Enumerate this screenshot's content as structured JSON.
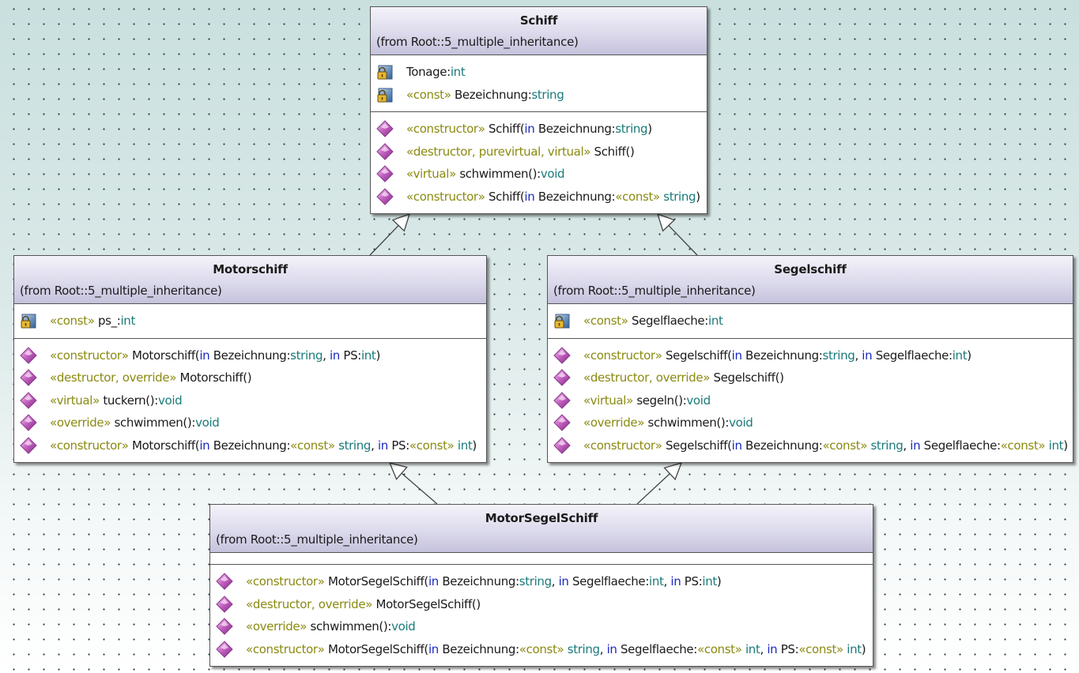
{
  "classes": [
    {
      "id": "schiff",
      "name": "Schiff",
      "from": "(from Root::5_multiple_inheritance)",
      "attributes": [
        [
          {
            "c": "n",
            "x": "Tonage:"
          },
          {
            "c": "t",
            "x": "int"
          }
        ],
        [
          {
            "c": "k",
            "x": "«const»"
          },
          {
            "c": "n",
            "x": " Bezeichnung:"
          },
          {
            "c": "t",
            "x": "string"
          }
        ]
      ],
      "operations": [
        [
          {
            "c": "k",
            "x": "«constructor»"
          },
          {
            "c": "n",
            "x": " Schiff("
          },
          {
            "c": "p",
            "x": "in"
          },
          {
            "c": "n",
            "x": " Bezeichnung:"
          },
          {
            "c": "t",
            "x": "string"
          },
          {
            "c": "n",
            "x": ")"
          }
        ],
        [
          {
            "c": "k",
            "x": "«destructor, purevirtual, virtual»"
          },
          {
            "c": "n",
            "x": " Schiff()"
          }
        ],
        [
          {
            "c": "k",
            "x": "«virtual»"
          },
          {
            "c": "n",
            "x": " schwimmen():"
          },
          {
            "c": "t",
            "x": "void"
          }
        ],
        [
          {
            "c": "k",
            "x": "«constructor»"
          },
          {
            "c": "n",
            "x": " Schiff("
          },
          {
            "c": "p",
            "x": "in"
          },
          {
            "c": "n",
            "x": " Bezeichnung:"
          },
          {
            "c": "k",
            "x": "«const»"
          },
          {
            "c": "t",
            "x": " string"
          },
          {
            "c": "n",
            "x": ")"
          }
        ]
      ]
    },
    {
      "id": "motorschiff",
      "name": "Motorschiff",
      "from": "(from Root::5_multiple_inheritance)",
      "attributes": [
        [
          {
            "c": "k",
            "x": "«const»"
          },
          {
            "c": "n",
            "x": " ps_:"
          },
          {
            "c": "t",
            "x": "int"
          }
        ]
      ],
      "operations": [
        [
          {
            "c": "k",
            "x": "«constructor»"
          },
          {
            "c": "n",
            "x": " Motorschiff("
          },
          {
            "c": "p",
            "x": "in"
          },
          {
            "c": "n",
            "x": " Bezeichnung:"
          },
          {
            "c": "t",
            "x": "string"
          },
          {
            "c": "n",
            "x": ", "
          },
          {
            "c": "p",
            "x": "in"
          },
          {
            "c": "n",
            "x": " PS:"
          },
          {
            "c": "t",
            "x": "int"
          },
          {
            "c": "n",
            "x": ")"
          }
        ],
        [
          {
            "c": "k",
            "x": "«destructor, override»"
          },
          {
            "c": "n",
            "x": " Motorschiff()"
          }
        ],
        [
          {
            "c": "k",
            "x": "«virtual»"
          },
          {
            "c": "n",
            "x": " tuckern():"
          },
          {
            "c": "t",
            "x": "void"
          }
        ],
        [
          {
            "c": "k",
            "x": "«override»"
          },
          {
            "c": "n",
            "x": " schwimmen():"
          },
          {
            "c": "t",
            "x": "void"
          }
        ],
        [
          {
            "c": "k",
            "x": "«constructor»"
          },
          {
            "c": "n",
            "x": " Motorschiff("
          },
          {
            "c": "p",
            "x": "in"
          },
          {
            "c": "n",
            "x": " Bezeichnung:"
          },
          {
            "c": "k",
            "x": "«const»"
          },
          {
            "c": "t",
            "x": " string"
          },
          {
            "c": "n",
            "x": ", "
          },
          {
            "c": "p",
            "x": "in"
          },
          {
            "c": "n",
            "x": " PS:"
          },
          {
            "c": "k",
            "x": "«const»"
          },
          {
            "c": "t",
            "x": " int"
          },
          {
            "c": "n",
            "x": ")"
          }
        ]
      ]
    },
    {
      "id": "segelschiff",
      "name": "Segelschiff",
      "from": "(from Root::5_multiple_inheritance)",
      "attributes": [
        [
          {
            "c": "k",
            "x": "«const»"
          },
          {
            "c": "n",
            "x": " Segelflaeche:"
          },
          {
            "c": "t",
            "x": "int"
          }
        ]
      ],
      "operations": [
        [
          {
            "c": "k",
            "x": "«constructor»"
          },
          {
            "c": "n",
            "x": " Segelschiff("
          },
          {
            "c": "p",
            "x": "in"
          },
          {
            "c": "n",
            "x": " Bezeichnung:"
          },
          {
            "c": "t",
            "x": "string"
          },
          {
            "c": "n",
            "x": ", "
          },
          {
            "c": "p",
            "x": "in"
          },
          {
            "c": "n",
            "x": " Segelflaeche:"
          },
          {
            "c": "t",
            "x": "int"
          },
          {
            "c": "n",
            "x": ")"
          }
        ],
        [
          {
            "c": "k",
            "x": "«destructor, override»"
          },
          {
            "c": "n",
            "x": " Segelschiff()"
          }
        ],
        [
          {
            "c": "k",
            "x": "«virtual»"
          },
          {
            "c": "n",
            "x": " segeln():"
          },
          {
            "c": "t",
            "x": "void"
          }
        ],
        [
          {
            "c": "k",
            "x": "«override»"
          },
          {
            "c": "n",
            "x": " schwimmen():"
          },
          {
            "c": "t",
            "x": "void"
          }
        ],
        [
          {
            "c": "k",
            "x": "«constructor»"
          },
          {
            "c": "n",
            "x": " Segelschiff("
          },
          {
            "c": "p",
            "x": "in"
          },
          {
            "c": "n",
            "x": " Bezeichnung:"
          },
          {
            "c": "k",
            "x": "«const»"
          },
          {
            "c": "t",
            "x": " string"
          },
          {
            "c": "n",
            "x": ", "
          },
          {
            "c": "p",
            "x": "in"
          },
          {
            "c": "n",
            "x": " Segelflaeche:"
          },
          {
            "c": "k",
            "x": "«const»"
          },
          {
            "c": "t",
            "x": " int"
          },
          {
            "c": "n",
            "x": ")"
          }
        ]
      ]
    },
    {
      "id": "motorsegelschiff",
      "name": "MotorSegelSchiff",
      "from": "(from Root::5_multiple_inheritance)",
      "attributes": [],
      "operations": [
        [
          {
            "c": "k",
            "x": "«constructor»"
          },
          {
            "c": "n",
            "x": " MotorSegelSchiff("
          },
          {
            "c": "p",
            "x": "in"
          },
          {
            "c": "n",
            "x": " Bezeichnung:"
          },
          {
            "c": "t",
            "x": "string"
          },
          {
            "c": "n",
            "x": ", "
          },
          {
            "c": "p",
            "x": "in"
          },
          {
            "c": "n",
            "x": " Segelflaeche:"
          },
          {
            "c": "t",
            "x": "int"
          },
          {
            "c": "n",
            "x": ", "
          },
          {
            "c": "p",
            "x": "in"
          },
          {
            "c": "n",
            "x": " PS:"
          },
          {
            "c": "t",
            "x": "int"
          },
          {
            "c": "n",
            "x": ")"
          }
        ],
        [
          {
            "c": "k",
            "x": "«destructor, override»"
          },
          {
            "c": "n",
            "x": " MotorSegelSchiff()"
          }
        ],
        [
          {
            "c": "k",
            "x": "«override»"
          },
          {
            "c": "n",
            "x": " schwimmen():"
          },
          {
            "c": "t",
            "x": "void"
          }
        ],
        [
          {
            "c": "k",
            "x": "«constructor»"
          },
          {
            "c": "n",
            "x": " MotorSegelSchiff("
          },
          {
            "c": "p",
            "x": "in"
          },
          {
            "c": "n",
            "x": " Bezeichnung:"
          },
          {
            "c": "k",
            "x": "«const»"
          },
          {
            "c": "t",
            "x": " string"
          },
          {
            "c": "n",
            "x": ", "
          },
          {
            "c": "p",
            "x": "in"
          },
          {
            "c": "n",
            "x": " Segelflaeche:"
          },
          {
            "c": "k",
            "x": "«const»"
          },
          {
            "c": "t",
            "x": " int"
          },
          {
            "c": "n",
            "x": ", "
          },
          {
            "c": "p",
            "x": "in"
          },
          {
            "c": "n",
            "x": " PS:"
          },
          {
            "c": "k",
            "x": "«const»"
          },
          {
            "c": "t",
            "x": " int"
          },
          {
            "c": "n",
            "x": ")"
          }
        ]
      ]
    }
  ],
  "generalizations": [
    {
      "child": "Motorschiff",
      "parent": "Schiff"
    },
    {
      "child": "Segelschiff",
      "parent": "Schiff"
    },
    {
      "child": "MotorSegelSchiff",
      "parent": "Motorschiff"
    },
    {
      "child": "MotorSegelSchiff",
      "parent": "Segelschiff"
    }
  ],
  "icons": {
    "attribute": "private-attribute-lock-icon",
    "operation": "public-operation-diamond-icon"
  },
  "colors": {
    "stereotype": "#8a8a12",
    "type": "#1a7a7a",
    "direction": "#1a28c0",
    "header": "#c5c2dc"
  }
}
